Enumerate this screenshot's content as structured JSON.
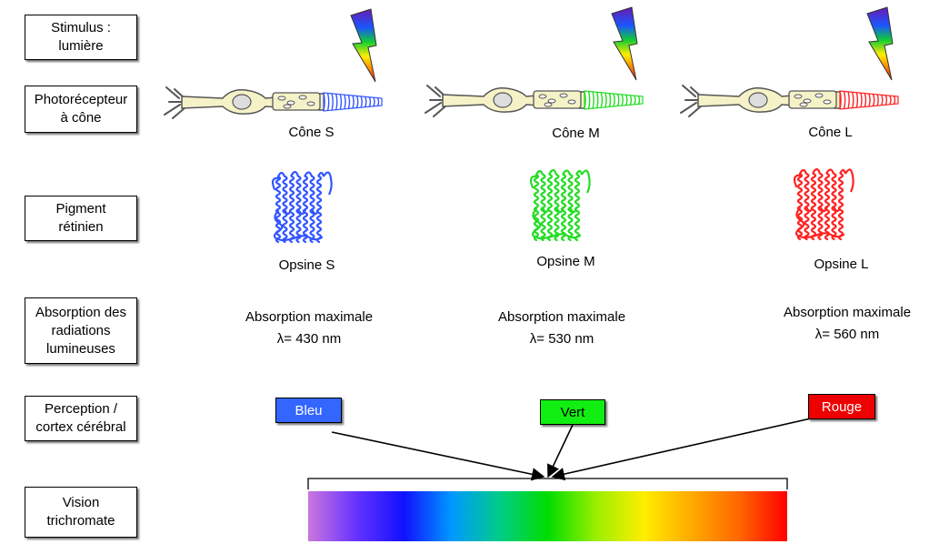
{
  "rows": [
    {
      "id": "stimulus",
      "label": "Stimulus :\nlumière"
    },
    {
      "id": "photorecepteur",
      "label": "Photorécepteur\nà cône"
    },
    {
      "id": "pigment",
      "label": "Pigment\nrétinien"
    },
    {
      "id": "absorption",
      "label": "Absorption des\nradiations\nlumineuses"
    },
    {
      "id": "perception",
      "label": "Perception /\ncortex cérébral"
    },
    {
      "id": "vision",
      "label": "Vision\ntrichromate"
    }
  ],
  "cones": [
    {
      "name": "Cône  S",
      "opsin": "Opsine S",
      "absorption_title": "Absorption maximale",
      "absorption_value": "λ= 430 nm",
      "perception": "Bleu",
      "color": "#3355ff",
      "tag_color": "#3366ff",
      "wavelength_nm": 430
    },
    {
      "name": "Cône  M",
      "opsin": "Opsine M",
      "absorption_title": "Absorption maximale",
      "absorption_value": "λ= 530 nm",
      "perception": "Vert",
      "color": "#22dd22",
      "tag_color": "#11ee11",
      "wavelength_nm": 530
    },
    {
      "name": "Cône  L",
      "opsin": "Opsine L",
      "absorption_title": "Absorption maximale",
      "absorption_value": "λ= 560 nm",
      "perception": "Rouge",
      "color": "#ff2222",
      "tag_color": "#ee0000",
      "wavelength_nm": 560
    }
  ],
  "colors": {
    "cell_body": "#f5f2c8",
    "outline": "#555555",
    "spectrum": [
      "#cc77dd",
      "#6633ff",
      "#1111ff",
      "#0099ff",
      "#00cc88",
      "#00dd00",
      "#99ee00",
      "#ffee00",
      "#ffaa00",
      "#ff6600",
      "#ff0000"
    ]
  }
}
